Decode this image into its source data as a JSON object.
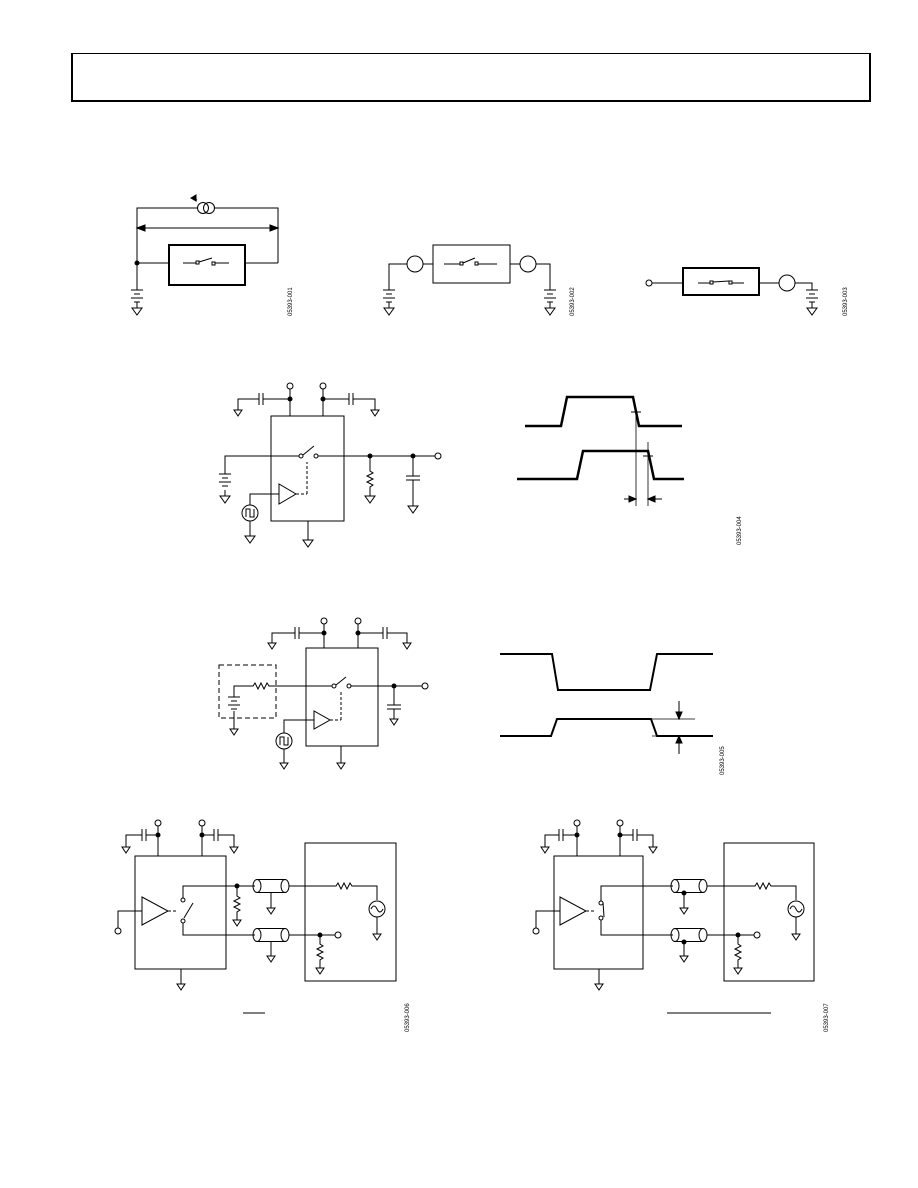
{
  "figure_codes": [
    "05393-001",
    "05393-002",
    "05393-003",
    "05393-004",
    "05393-005",
    "05393-006",
    "05393-007"
  ],
  "colors": {
    "ink": "#000000",
    "paper": "#ffffff"
  }
}
